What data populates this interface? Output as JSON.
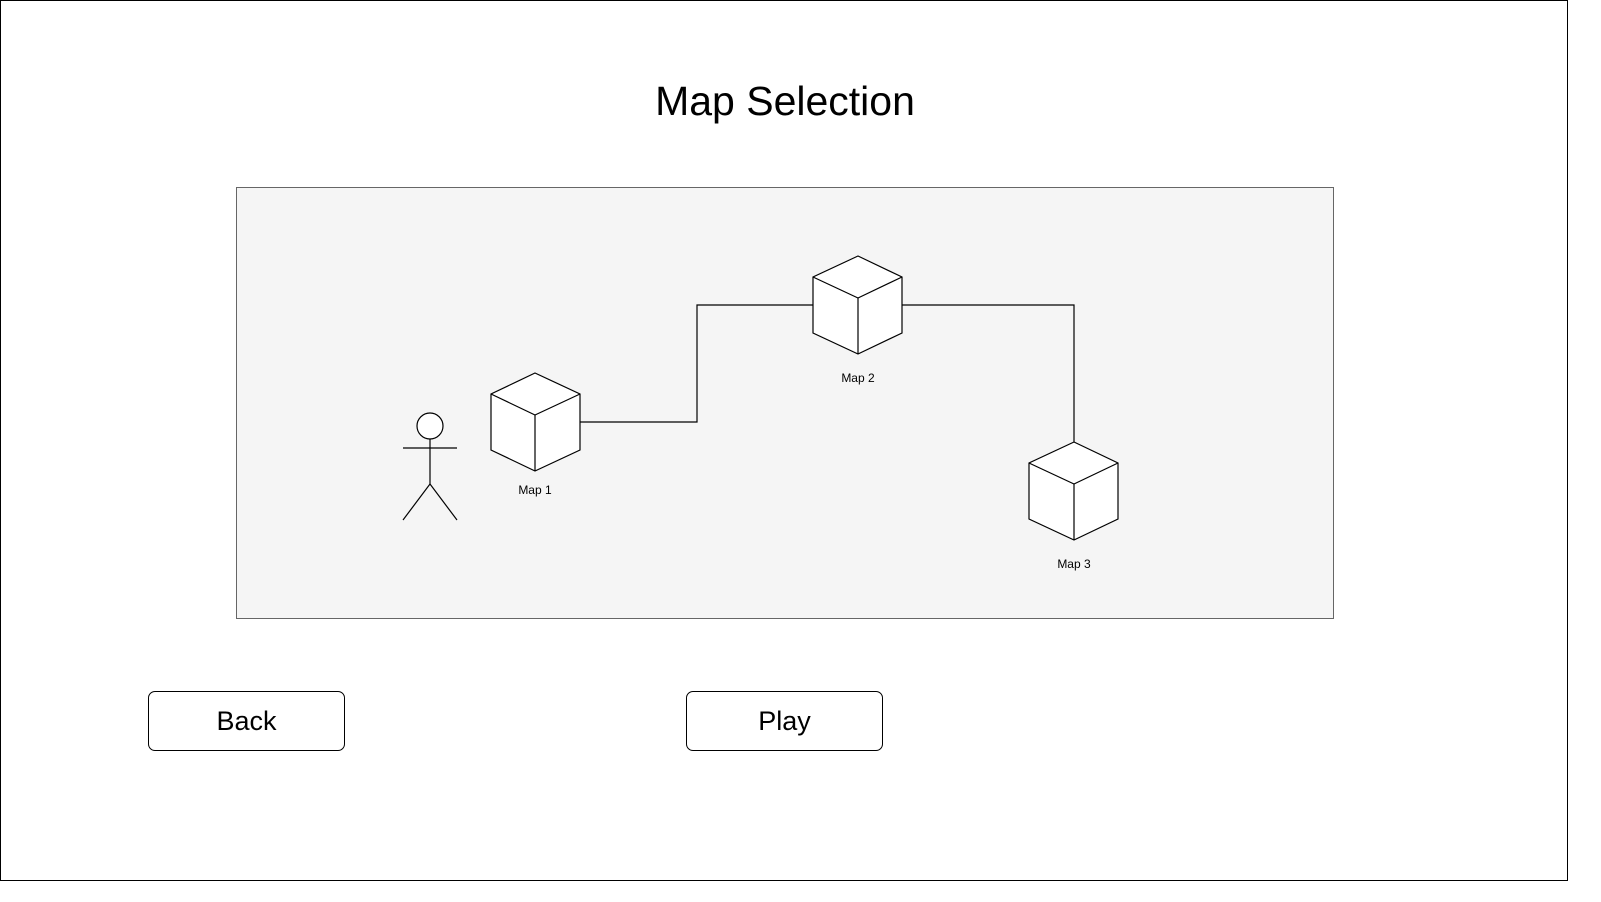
{
  "screen": {
    "title": "Map Selection"
  },
  "map": {
    "panel_color": "#f5f5f5",
    "player_icon": "stick-figure-icon",
    "node_icon": "cube-icon",
    "nodes": [
      {
        "label": "Map 1"
      },
      {
        "label": "Map 2"
      },
      {
        "label": "Map 3"
      }
    ]
  },
  "buttons": {
    "back_label": "Back",
    "play_label": "Play"
  }
}
